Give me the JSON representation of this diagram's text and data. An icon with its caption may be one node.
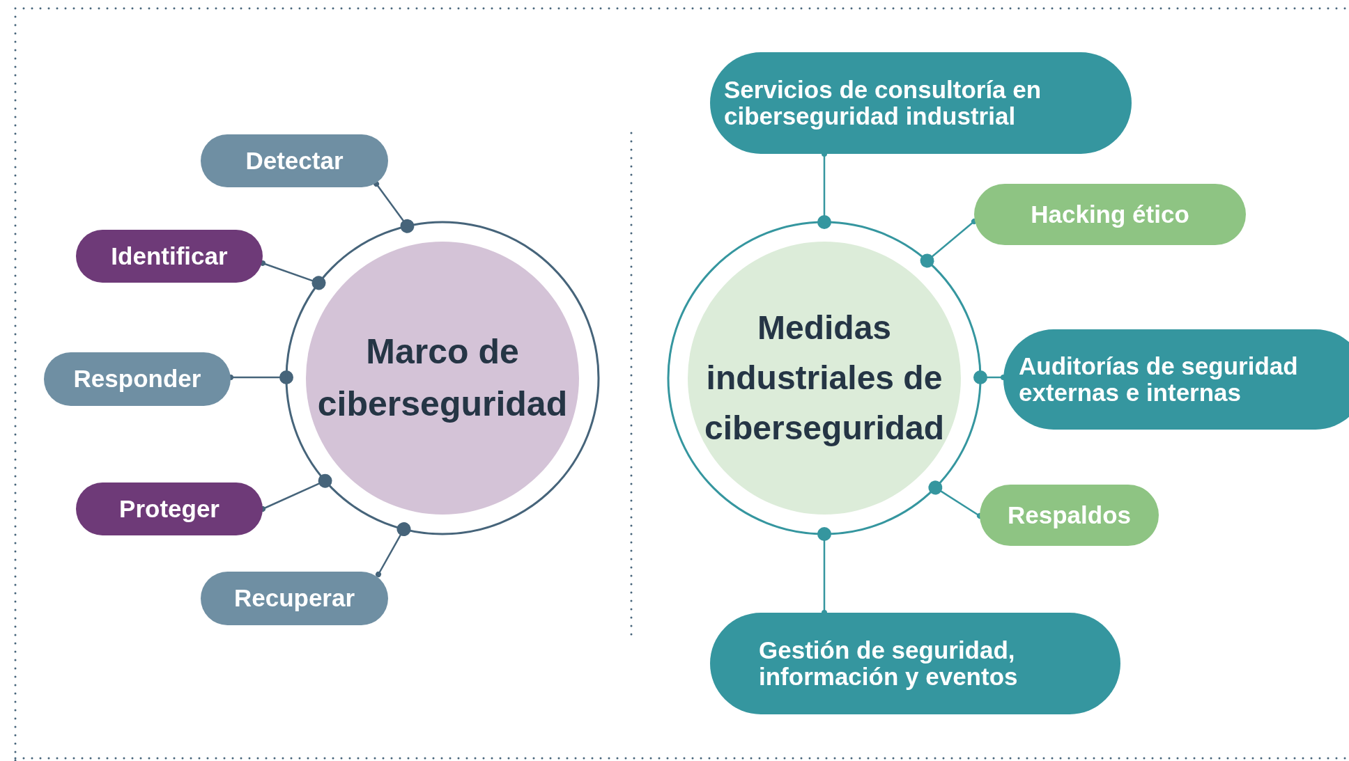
{
  "diagram": {
    "nodes": [
      {
        "text": [
          "Marco de ciberseguridad"
        ]
      },
      {
        "text": [
          "Detectar"
        ]
      },
      {
        "text": [
          "Identificar"
        ]
      },
      {
        "text": [
          "Responder"
        ]
      },
      {
        "text": [
          "Proteger"
        ]
      },
      {
        "text": [
          "Recuperar"
        ]
      },
      {
        "text": [
          "Medidas industriales de ciberseguridad"
        ]
      },
      {
        "text": [
          "Servicios de consultoría en ciberseguridad industrial"
        ]
      },
      {
        "text": [
          "Hacking ético"
        ]
      },
      {
        "text": [
          "Auditorías de seguridad externas e internas"
        ]
      },
      {
        "text": [
          "Respaldos"
        ]
      },
      {
        "text": [
          "Gestión de seguridad, información y eventos"
        ]
      }
    ],
    "edges": [
      {
        "from": 0,
        "to": 1,
        "arrow": "other"
      },
      {
        "from": 0,
        "to": 2,
        "arrow": "other"
      },
      {
        "from": 0,
        "to": 3,
        "arrow": "other"
      },
      {
        "from": 0,
        "to": 4,
        "arrow": "other"
      },
      {
        "from": 0,
        "to": 5,
        "arrow": "other"
      },
      {
        "from": 6,
        "to": 7,
        "arrow": "other",
        "color": "#35969f"
      },
      {
        "from": 6,
        "to": 8,
        "arrow": "other",
        "color": "#35969f"
      },
      {
        "from": 6,
        "to": 9,
        "arrow": "other",
        "color": "#35969f"
      },
      {
        "from": 6,
        "to": 10,
        "arrow": "other",
        "color": "#35969f"
      },
      {
        "from": 6,
        "to": 11,
        "arrow": "other",
        "color": "#35969f"
      }
    ]
  }
}
